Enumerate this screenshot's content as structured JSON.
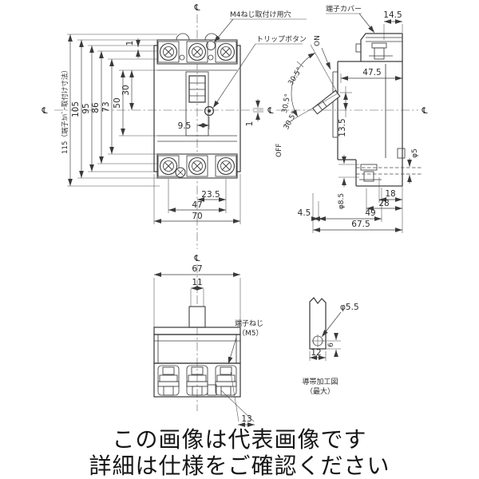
{
  "symbols": {
    "centerline": "℄"
  },
  "front_view": {
    "labels": {
      "m4_hole": "M4ねじ取付け用穴",
      "trip_button": "トリップボタン"
    },
    "dims": {
      "h115": "115（端子ｶﾊﾞｰ取付け寸法）",
      "h105": "105",
      "h95": "95",
      "h86": "86",
      "h73": "73",
      "h50": "50",
      "h30": "30",
      "gap1": "1",
      "trip_offset": "9.5",
      "pole_pitch": "23.5",
      "outer_poles": "47",
      "width": "70"
    }
  },
  "side_view": {
    "labels": {
      "terminal_cover": "端子カバー",
      "on": "ON",
      "off": "OFF"
    },
    "dims": {
      "cover_top": "14.5",
      "depth_body": "47.5",
      "handle_center": "13.5",
      "gap1": "1",
      "angle_on": "30.5°",
      "angle_mid": "30.5°",
      "angle_off": "30.5°",
      "hole_phi5": "φ5",
      "d18": "18",
      "d28": "28",
      "hole_phi85": "φ8.5",
      "d45": "4.5",
      "d49": "49",
      "d675": "67.5"
    }
  },
  "bottom_view": {
    "labels": {
      "terminal_screw": "端子ねじ",
      "terminal_screw_size": "（M5）"
    },
    "dims": {
      "width": "67",
      "handle_width": "11",
      "lug_width": "13"
    }
  },
  "detail_view": {
    "caption_line1": "導帯加工図",
    "caption_line2": "（最大）",
    "dims": {
      "hole": "φ5.5",
      "edge_dist": "6",
      "strip_width": "12"
    }
  },
  "footer": {
    "line1": "この画像は代表画像です",
    "line2": "詳細は仕様をご確認ください"
  }
}
